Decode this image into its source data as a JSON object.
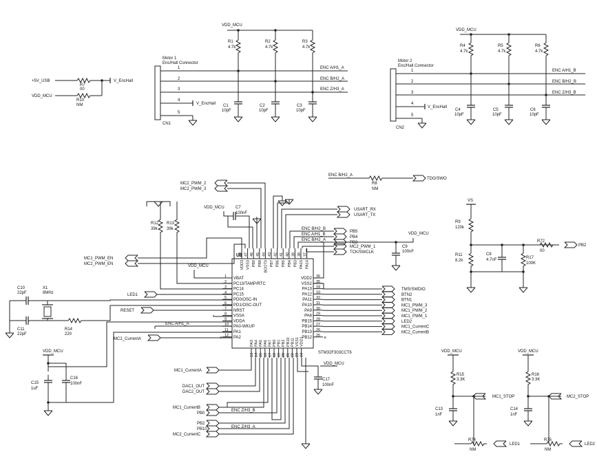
{
  "supplies": {
    "vdd_mcu": "VDD_MCU",
    "plus5v_usb": "+5V_USB",
    "v_enchall": "V_EncHall",
    "vs": "VS"
  },
  "motor1": {
    "title": "Motor 1",
    "subtitle": "Enc/Hall Connector",
    "ref": "CN1",
    "pins": [
      "1",
      "2",
      "3",
      "4",
      "5"
    ],
    "nets": [
      "ENC A/H1_A",
      "ENC B/H2_A",
      "ENC Z/H3_A"
    ],
    "pullups": [
      {
        "ref": "R1",
        "value": "4.7k"
      },
      {
        "ref": "R2",
        "value": "4.7k"
      },
      {
        "ref": "R3",
        "value": "4.7k"
      }
    ],
    "caps": [
      {
        "ref": "C1",
        "value": "10pF"
      },
      {
        "ref": "C2",
        "value": "10pF"
      },
      {
        "ref": "C3",
        "value": "10pF"
      }
    ]
  },
  "motor2": {
    "title": "Motor 2",
    "subtitle": "Enc/Hall Connector",
    "ref": "CN2",
    "pins": [
      "1",
      "2",
      "3",
      "4",
      "5"
    ],
    "nets": [
      "ENC A/H1_B",
      "ENC B/H2_B",
      "ENC Z/H3_B"
    ],
    "pullups": [
      {
        "ref": "R4",
        "value": "4.7k"
      },
      {
        "ref": "R5",
        "value": "4.7k"
      },
      {
        "ref": "R6",
        "value": "4.7k"
      }
    ],
    "caps": [
      {
        "ref": "C4",
        "value": "10pF"
      },
      {
        "ref": "C5",
        "value": "10pF"
      },
      {
        "ref": "C6",
        "value": "10pF"
      }
    ]
  },
  "supply_select": {
    "r7": {
      "ref": "R7",
      "value": "00"
    },
    "r10": {
      "ref": "R10",
      "value": "NM"
    }
  },
  "r8": {
    "ref": "R8",
    "value": "NM",
    "left_net": "ENC B/H2_A",
    "right_net": "TDO/SWO"
  },
  "divider": {
    "r9": {
      "ref": "R9",
      "value": "120k"
    },
    "r11": {
      "ref": "R11",
      "value": "8.2k"
    },
    "c8": {
      "ref": "C8",
      "value": "4.7nF"
    },
    "r17": {
      "ref": "R17",
      "value": "100K"
    },
    "r72": {
      "ref": "R72",
      "value": "00"
    },
    "net": "PB2"
  },
  "mcu": {
    "ref": "U1",
    "part": "STM32F303CCT6",
    "left_pins": [
      {
        "num": "1",
        "name": "VBAT"
      },
      {
        "num": "2",
        "name": "PC13/TAMP/RTC"
      },
      {
        "num": "3",
        "name": "PC14"
      },
      {
        "num": "4",
        "name": "PC15"
      },
      {
        "num": "5",
        "name": "PD0/OSC-IN"
      },
      {
        "num": "6",
        "name": "PD1/OSC-OUT"
      },
      {
        "num": "7",
        "name": "NRST"
      },
      {
        "num": "8",
        "name": "VSSA"
      },
      {
        "num": "9",
        "name": "VDDA"
      },
      {
        "num": "10",
        "name": "PA0-WKUP"
      },
      {
        "num": "11",
        "name": "PA1"
      },
      {
        "num": "12",
        "name": "PA2"
      }
    ],
    "right_pins": [
      {
        "num": "36",
        "name": "VDD2"
      },
      {
        "num": "35",
        "name": "VSS2"
      },
      {
        "num": "34",
        "name": "PA13"
      },
      {
        "num": "33",
        "name": "PA12"
      },
      {
        "num": "32",
        "name": "PA11"
      },
      {
        "num": "31",
        "name": "PA10"
      },
      {
        "num": "30",
        "name": "PA9"
      },
      {
        "num": "29",
        "name": "PA8"
      },
      {
        "num": "28",
        "name": "PB15"
      },
      {
        "num": "27",
        "name": "PB14"
      },
      {
        "num": "26",
        "name": "PB13"
      },
      {
        "num": "25",
        "name": "PB12"
      }
    ],
    "top_pins": [
      {
        "num": "48",
        "name": "VDD3"
      },
      {
        "num": "47",
        "name": "VSS3"
      },
      {
        "num": "46",
        "name": "PB9"
      },
      {
        "num": "45",
        "name": "PB8"
      },
      {
        "num": "44",
        "name": "BOOT0"
      },
      {
        "num": "43",
        "name": "PB7"
      },
      {
        "num": "42",
        "name": "PB6"
      },
      {
        "num": "41",
        "name": "PB5"
      },
      {
        "num": "40",
        "name": "PB4"
      },
      {
        "num": "39",
        "name": "PB3"
      },
      {
        "num": "38",
        "name": "PA15"
      },
      {
        "num": "37",
        "name": "PA14"
      }
    ],
    "bottom_pins": [
      {
        "num": "13",
        "name": "PA3"
      },
      {
        "num": "14",
        "name": "PA4"
      },
      {
        "num": "15",
        "name": "PA5"
      },
      {
        "num": "16",
        "name": "PA6"
      },
      {
        "num": "17",
        "name": "PA7"
      },
      {
        "num": "18",
        "name": "PB0"
      },
      {
        "num": "19",
        "name": "PB1"
      },
      {
        "num": "20",
        "name": "PB2"
      },
      {
        "num": "21",
        "name": "PB10"
      },
      {
        "num": "22",
        "name": "PB11"
      },
      {
        "num": "23",
        "name": "VSS1"
      },
      {
        "num": "24",
        "name": "VDD1"
      }
    ]
  },
  "top_nets": {
    "mc2_pwm_2": "MC2_PWM_2",
    "mc2_pwm_3": "MC2_PWM_3",
    "usart_rx": "USART_RX",
    "usart_tx": "USART_TX",
    "enc_b_h2_b": "ENC B/H2_B",
    "enc_a_h1_b": "ENC A/H1_B",
    "enc_b_h2_a": "ENC B/H2_A",
    "pb5": "PB5",
    "pb4": "PB4",
    "pb3": "PB3",
    "mc2_pwm_1": "MC2_PWM_1",
    "tck_swclk": "TCK/SWCLK"
  },
  "top_parts": {
    "c7": {
      "ref": "C7",
      "value": "100nF"
    },
    "c9": {
      "ref": "C9",
      "value": "100nF"
    },
    "r12": {
      "ref": "R12",
      "value": "39k"
    },
    "r13": {
      "ref": "R13",
      "value": "39k"
    }
  },
  "left_nets": {
    "mc1_pwm_en": "MC1_PWM_EN",
    "mc2_pwm_en": "MC2_PWM_EN",
    "led1": "LED1",
    "reset": "RESET",
    "enc_a_h1_a": "ENC A/H1_A",
    "mc2_current_a": "MC2_CurrentA"
  },
  "osc": {
    "c10": {
      "ref": "C10",
      "value": "22pF"
    },
    "c11": {
      "ref": "C11",
      "value": "22pF"
    },
    "x1": {
      "ref": "X1",
      "value": "8MHz"
    },
    "r14": {
      "ref": "R14",
      "value": "220"
    }
  },
  "analog_supply": {
    "c15": {
      "ref": "C15",
      "value": "1uF"
    },
    "c16": {
      "ref": "C16",
      "value": "100nF"
    }
  },
  "right_nets": [
    "TMS/SWDIO",
    "BTN2",
    "BTN1",
    "MC1_PWM_3",
    "MC1_PWM_2",
    "MC1_PWM_1",
    "LED2",
    "MC1_CurrentC",
    "MC2_CurrentB"
  ],
  "bottom_nets": {
    "mc1_current_a": "MC1_CurrentA",
    "dac1_out": "DAC1_OUT",
    "dac2_out": "DAC2_OUT",
    "mc1_current_b": "MC1_CurrentB",
    "pb0": "PB0",
    "enc_z_h3_b": "ENC Z/H3_B",
    "pb2": "PB2",
    "pb10": "PB10",
    "enc_z_h3_a": "ENC Z/H3_A",
    "mc2_current_c": "MC2_CurrentC"
  },
  "c17": {
    "ref": "C17",
    "value": "100nF"
  },
  "stop1": {
    "r15": {
      "ref": "R15",
      "value": "3.3K"
    },
    "c13": {
      "ref": "C13",
      "value": "1nF"
    },
    "r74": {
      "ref": "R74",
      "value": "NM"
    },
    "net": "MC1_STOP",
    "led": "LED1"
  },
  "stop2": {
    "r16": {
      "ref": "R16",
      "value": "3.3K"
    },
    "c14": {
      "ref": "C14",
      "value": "1nF"
    },
    "r75": {
      "ref": "R75",
      "value": "NM"
    },
    "net": "MC2_STOP",
    "led": "LED2"
  }
}
